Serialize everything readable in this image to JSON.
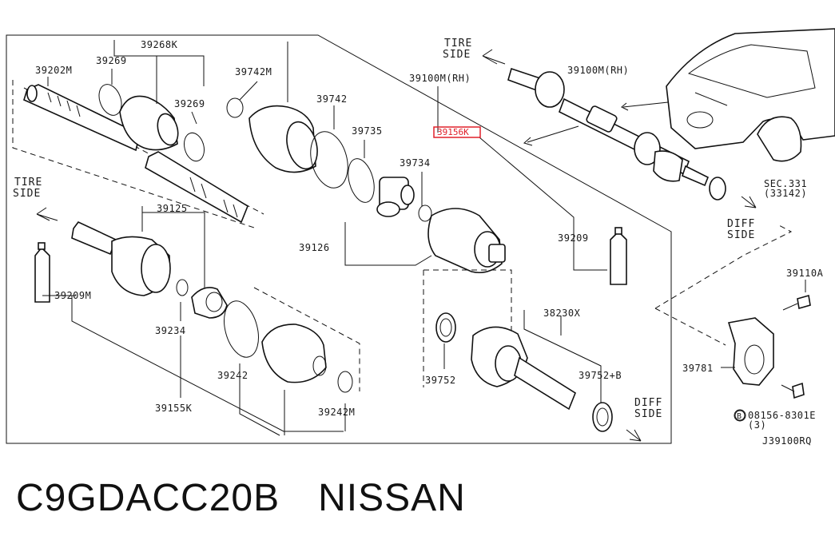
{
  "diagram": {
    "labels": {
      "p39202M": "39202M",
      "p39269a": "39269",
      "p39268K": "39268K",
      "p39269b": "39269",
      "p39742M": "39742M",
      "p39742": "39742",
      "p39735": "39735",
      "p39734": "39734",
      "p39100M_main": "39100M(RH)",
      "p39156K": "39156K",
      "p39125": "39125",
      "p39126": "39126",
      "p39209M": "39209M",
      "p39209": "39209",
      "p39234": "39234",
      "p39242": "39242",
      "p39155K": "39155K",
      "p39242M": "39242M",
      "p39752": "39752",
      "p38230X": "38230X",
      "p39752B": "39752+B",
      "p39100M_car": "39100M(RH)",
      "sec331": "SEC.331",
      "sec33142": "(33142)",
      "p39110A": "39110A",
      "p39781": "39781",
      "bolt_code": "08156-8301E",
      "bolt_qty": "(3)",
      "bolt_marker": "B",
      "drawing_code": "J39100RQ"
    },
    "directions": {
      "tire_top_1": "TIRE",
      "tire_top_2": "SIDE",
      "tire_left_1": "TIRE",
      "tire_left_2": "SIDE",
      "diff_right_1": "DIFF",
      "diff_right_2": "SIDE",
      "diff_bottom_1": "DIFF",
      "diff_bottom_2": "SIDE"
    },
    "highlight": {
      "part": "39156K",
      "color": "#e0202a"
    }
  },
  "footer": {
    "code": "C9GDACC20B",
    "brand": "NISSAN"
  }
}
